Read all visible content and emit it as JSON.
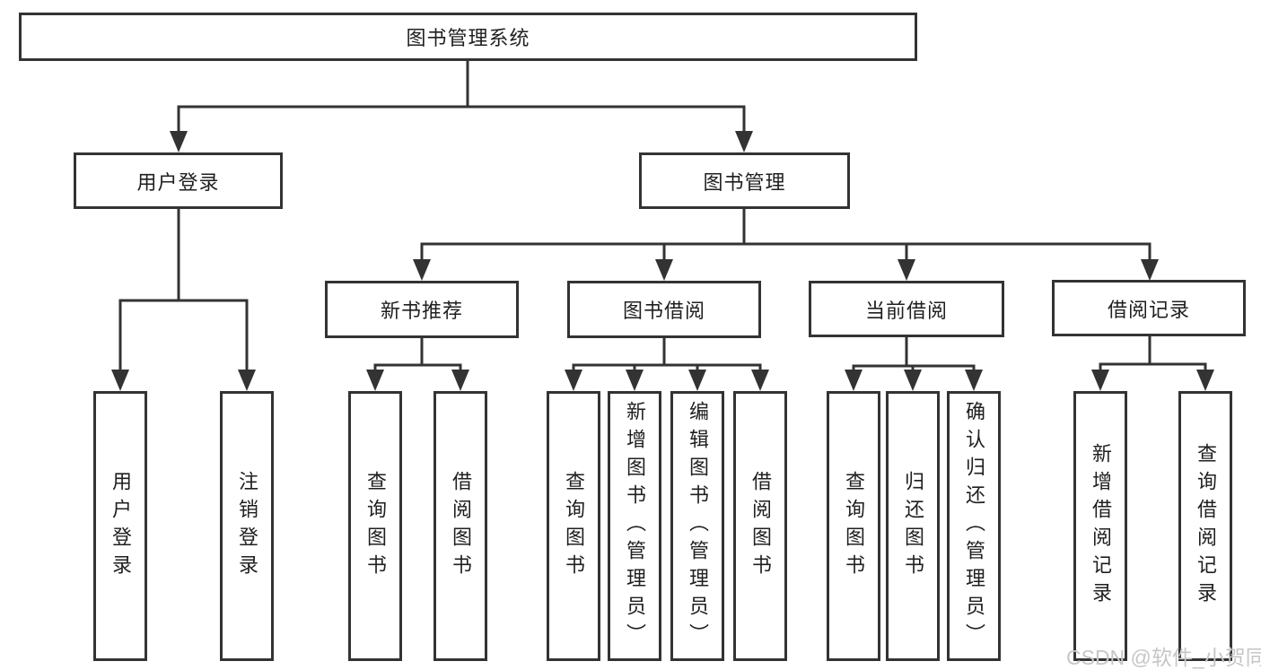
{
  "tree": {
    "root": {
      "label": "图书管理系统",
      "children": [
        {
          "label": "用户登录",
          "children": [
            {
              "label": "用户登录"
            },
            {
              "label": "注销登录"
            }
          ]
        },
        {
          "label": "图书管理",
          "children": [
            {
              "label": "新书推荐",
              "children": [
                {
                  "label": "查询图书"
                },
                {
                  "label": "借阅图书"
                }
              ]
            },
            {
              "label": "图书借阅",
              "children": [
                {
                  "label": "查询图书"
                },
                {
                  "label": "新增图书（管理员）"
                },
                {
                  "label": "编辑图书（管理员）"
                },
                {
                  "label": "借阅图书"
                }
              ]
            },
            {
              "label": "当前借阅",
              "children": [
                {
                  "label": "查询图书"
                },
                {
                  "label": "归还图书"
                },
                {
                  "label": "确认归还（管理员）"
                }
              ]
            },
            {
              "label": "借阅记录",
              "children": [
                {
                  "label": "新增借阅记录"
                },
                {
                  "label": "查询借阅记录"
                }
              ]
            }
          ]
        }
      ]
    }
  },
  "watermark": {
    "text": "CSDN @软件_小贺同学"
  },
  "colors": {
    "line": "#333333",
    "text": "#1f1f1f",
    "background": "#ffffff",
    "watermark": "#c6c6c6"
  }
}
